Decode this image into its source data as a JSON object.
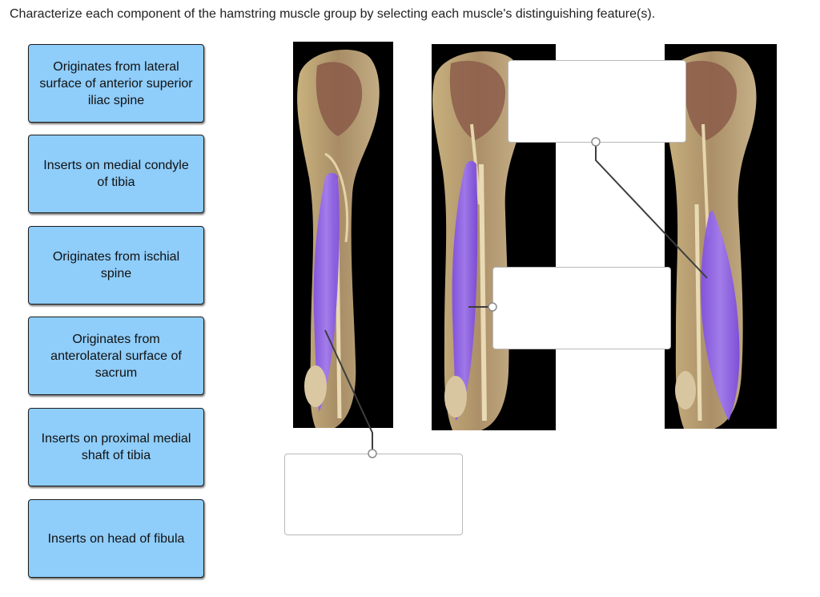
{
  "instructions": "Characterize each component of the hamstring muscle group by selecting each muscle's distinguishing feature(s).",
  "chips": [
    {
      "label": "Originates from lateral surface of anterior superior iliac spine"
    },
    {
      "label": "Inserts on medial condyle of tibia"
    },
    {
      "label": "Originates from ischial spine"
    },
    {
      "label": "Originates from anterolateral surface of sacrum"
    },
    {
      "label": "Inserts on proximal medial shaft of tibia"
    },
    {
      "label": "Inserts on head of fibula"
    }
  ],
  "images": [
    {
      "subject": "posterior thigh dissection, highlighted muscle: semitendinosus",
      "highlight_color": "#8a5cf0"
    },
    {
      "subject": "posterior thigh dissection, highlighted muscle: semimembranosus",
      "highlight_color": "#8a5cf0"
    },
    {
      "subject": "posterior thigh dissection, highlighted muscle: biceps femoris",
      "highlight_color": "#8a5cf0"
    }
  ],
  "dropzones": [
    {
      "value": ""
    },
    {
      "value": ""
    },
    {
      "value": ""
    }
  ],
  "colors": {
    "chip_fill": "#8fcdfa",
    "chip_border": "#1c1c1c",
    "dropzone_border": "#b9b9b9",
    "leader_line": "#444444",
    "muscle_highlight": "#8a5cf0",
    "photo_background": "#000000"
  }
}
